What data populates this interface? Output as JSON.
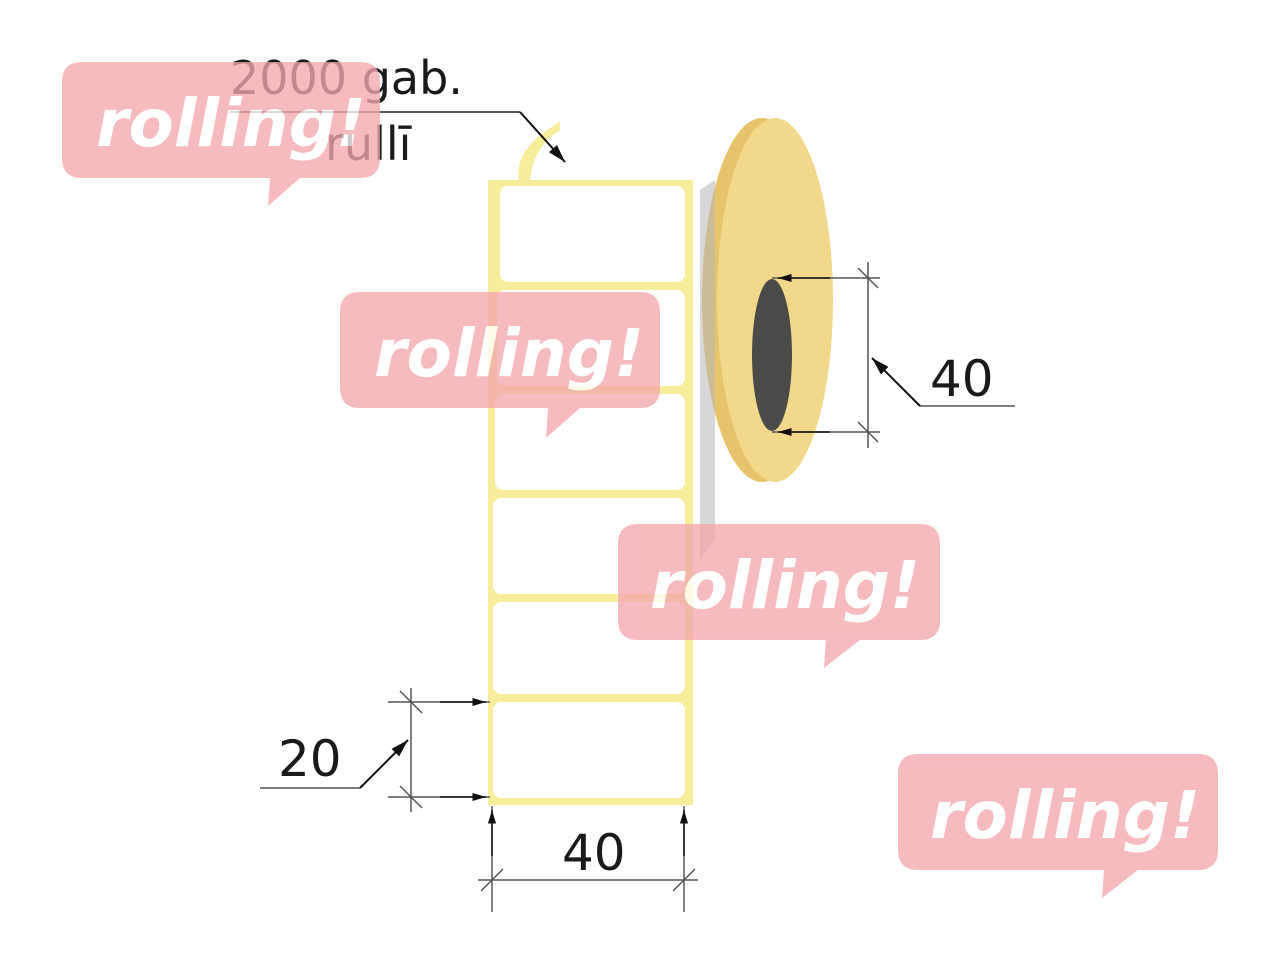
{
  "diagram": {
    "quantity_line1": "2000 gab.",
    "quantity_line2": "rullī",
    "core_diameter": "40",
    "label_height": "20",
    "label_width": "40",
    "label_count_visible": 6
  },
  "watermark": {
    "text": "rolling!",
    "color": "#f3a8ae"
  },
  "colors": {
    "label_border": "#f7ed9a",
    "reel_face": "#f1d88a",
    "reel_edge": "#e7c46c",
    "core_hole": "#4a4a48",
    "dimension_line": "#555555"
  }
}
